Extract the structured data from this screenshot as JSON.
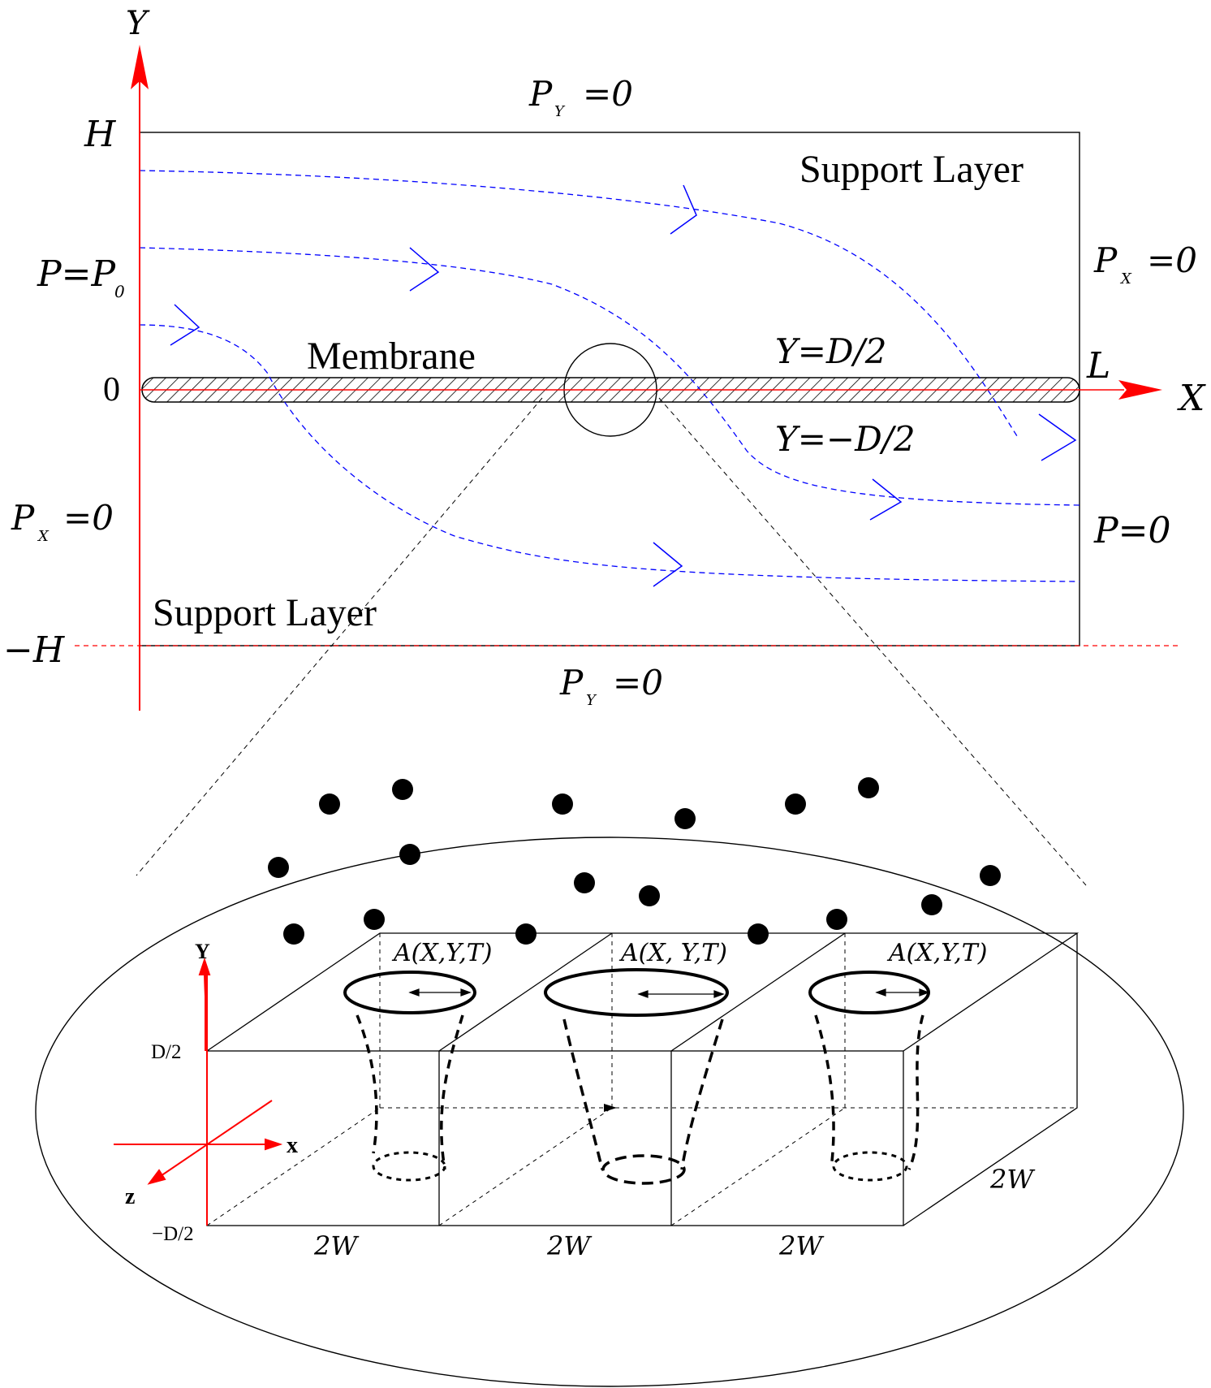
{
  "axes": {
    "y_axis_label": "Y",
    "x_axis_label": "X",
    "tick_H": "H",
    "tick_zero": "0",
    "tick_minus_H": "−H",
    "tick_L": "L"
  },
  "boundary_conditions": {
    "top_P": "P",
    "top_sub": "Y",
    "top_eq": "=0",
    "bottom_P": "P",
    "bottom_sub": "Y",
    "bottom_eq": "=0",
    "left_inlet": "P=P",
    "left_inlet_sub": "0",
    "left_P": "P",
    "left_sub": "X",
    "left_eq": "=0",
    "right_upper_P": "P",
    "right_upper_sub": "X",
    "right_upper_eq": "=0",
    "right_outlet": "P=0"
  },
  "labels": {
    "support_layer_top": "Support Layer",
    "support_layer_bottom": "Support Layer",
    "membrane": "Membrane",
    "membrane_top_eq": "Y=D/2",
    "membrane_bottom_eq": "Y=−D/2"
  },
  "inset": {
    "pore_label_1": "A(X,Y,T)",
    "pore_label_2": "A(X, Y,T)",
    "pore_label_3": "A(X,Y,T)",
    "axis_Y": "Y",
    "axis_x": "x",
    "axis_z": "z",
    "d_top": "D/2",
    "d_bottom": "−D/2",
    "width_1": "2W",
    "width_2": "2W",
    "width_3": "2W",
    "depth": "2W"
  },
  "colors": {
    "axis": "#ff0000",
    "streamline": "#0000ff",
    "outline": "#000000"
  }
}
